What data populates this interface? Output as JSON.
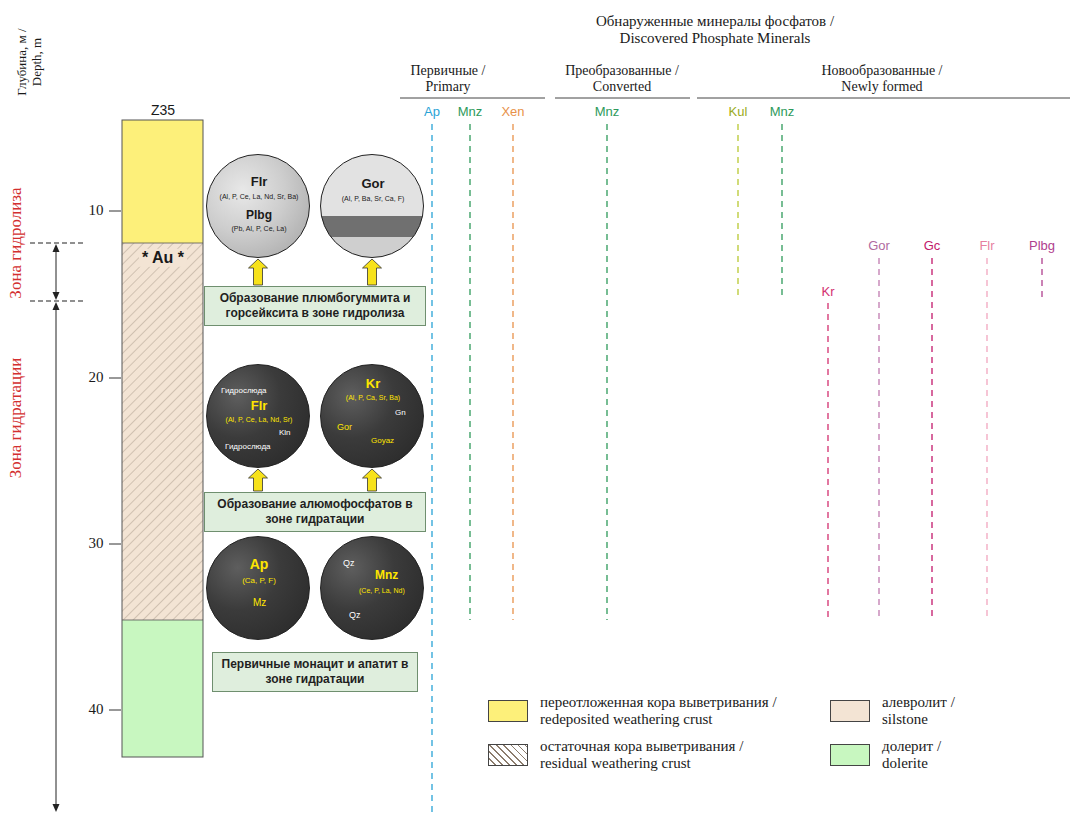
{
  "diagram": {
    "nodes": [
      {
        "text": [
          "Flr",
          "(Al, P, Ce, La, Nd, Sr, Ba)",
          "Plbg",
          "(Pb, Al, P, Ce, La)"
        ]
      },
      {
        "text": [
          "Gor",
          "(Al, P, Ba, Sr, Ca, F)"
        ]
      },
      {
        "text": [
          "Образование плюмбогуммита и горсейксита в зоне гидролиза"
        ]
      },
      {
        "text": [
          "Гидрослюда",
          "Flr",
          "(Al, P, Ce, La, Nd, Sr)",
          "Kln",
          "Гидрослюда"
        ]
      },
      {
        "text": [
          "Kr",
          "(Al, P, Ca, Sr, Ba)",
          "Gn",
          "Gor",
          "Goyaz"
        ]
      },
      {
        "text": [
          "Образование алюмофосфатов в зоне гидратации"
        ]
      },
      {
        "text": [
          "Ap",
          "(Ca, P, F)",
          "Mz"
        ]
      },
      {
        "text": [
          "Qz",
          "Mnz",
          "(Ce, P, La, Nd)",
          "Qz"
        ]
      },
      {
        "text": [
          "Первичные монацит и апатит в зоне гидратации"
        ]
      }
    ],
    "edges": [
      {
        "from": 2,
        "to": 0,
        "arrow": "to"
      },
      {
        "from": 2,
        "to": 1,
        "arrow": "to"
      },
      {
        "from": 5,
        "to": 3,
        "arrow": "to"
      },
      {
        "from": 5,
        "to": 4,
        "arrow": "to"
      }
    ],
    "labels": [
      "Глубина, м / Depth, m",
      "10",
      "20",
      "30",
      "40",
      "Z35",
      "* Au *",
      "Зона гидролиза",
      "Зона гидратации",
      "Обнаруженные минералы фосфатов / Discovered Phosphate Minerals",
      "Первичные / Primary",
      "Преобразованные / Converted",
      "Новообразованные / Newly formed",
      "Ap",
      "Mnz",
      "Xen",
      "Mnz",
      "Kul",
      "Mnz",
      "Gor",
      "Gc",
      "Flr",
      "Plbg",
      "Kr"
    ],
    "legend": [
      {
        "text": "переотложенная кора выветривания / redeposited weathering crust",
        "color": "#fdf07a"
      },
      {
        "text": "остаточная кора выветривания / residual weathering crust"
      },
      {
        "text": "алевролит / silstone",
        "color": "#f3e4d4"
      },
      {
        "text": "долерит / dolerite",
        "color": "#c8f7c0"
      }
    ]
  }
}
